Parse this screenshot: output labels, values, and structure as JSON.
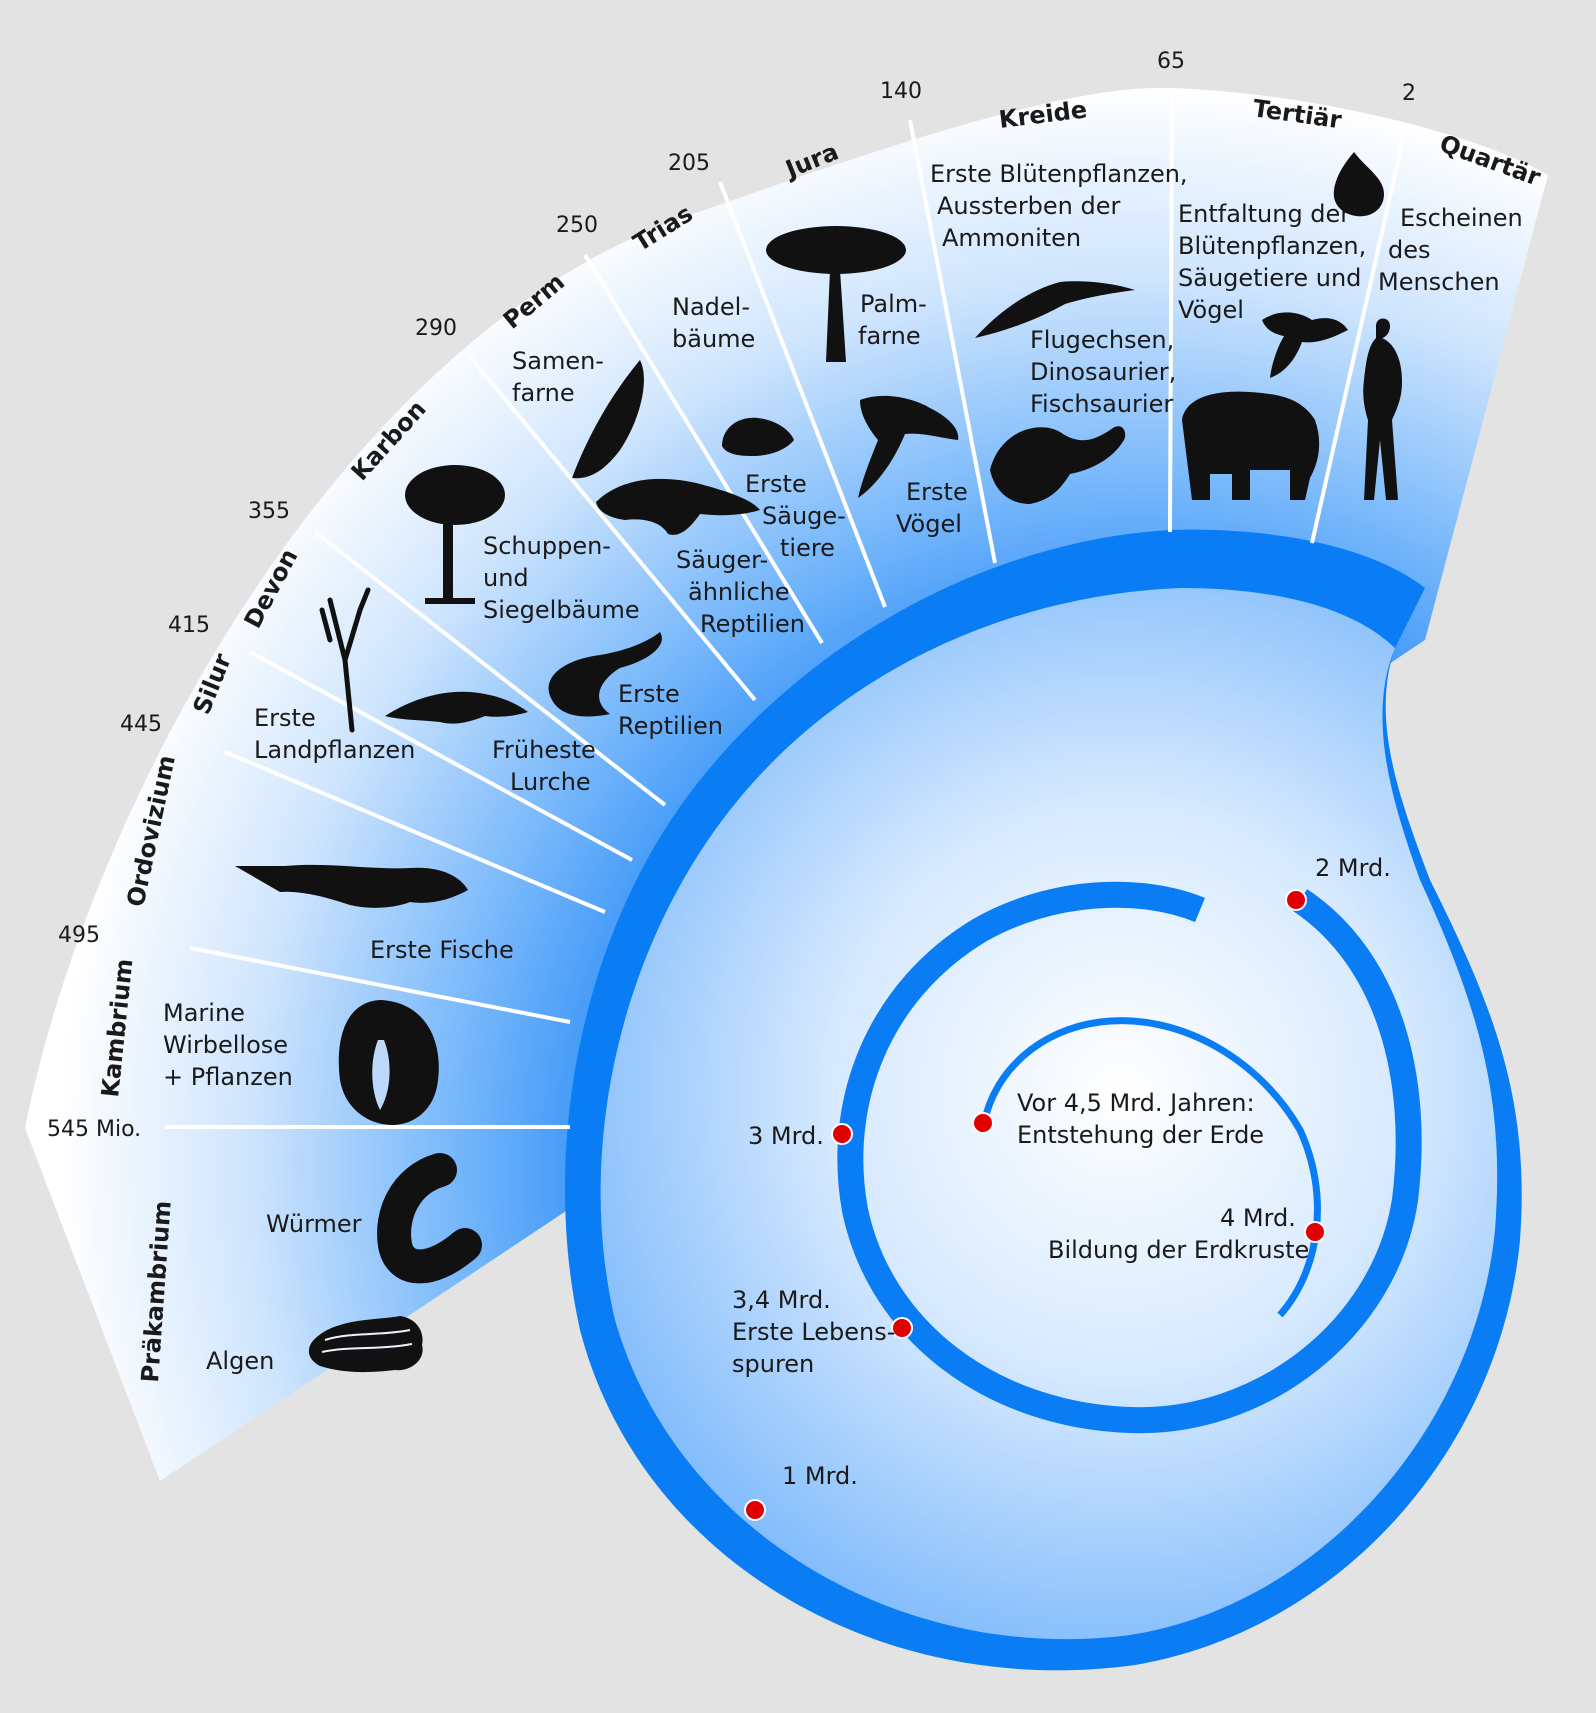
{
  "boundaries": [
    {
      "value": "545 Mio.",
      "name": "boundary-545"
    },
    {
      "value": "495",
      "name": "boundary-495"
    },
    {
      "value": "445",
      "name": "boundary-445"
    },
    {
      "value": "415",
      "name": "boundary-415"
    },
    {
      "value": "355",
      "name": "boundary-355"
    },
    {
      "value": "290",
      "name": "boundary-290"
    },
    {
      "value": "250",
      "name": "boundary-250"
    },
    {
      "value": "205",
      "name": "boundary-205"
    },
    {
      "value": "140",
      "name": "boundary-140"
    },
    {
      "value": "65",
      "name": "boundary-65"
    },
    {
      "value": "2",
      "name": "boundary-2"
    }
  ],
  "periods": [
    {
      "name": "Präkambrium",
      "events": [
        {
          "text": "Würmer"
        },
        {
          "text": "Algen"
        }
      ]
    },
    {
      "name": "Kambrium",
      "events": [
        {
          "text": "Marine"
        },
        {
          "text": "Wirbellose"
        },
        {
          "text": "+ Pflanzen"
        }
      ]
    },
    {
      "name": "Ordovizium",
      "events": [
        {
          "text": "Erste Fische"
        }
      ]
    },
    {
      "name": "Silur",
      "events": [
        {
          "text": "Erste"
        },
        {
          "text": "Landpflanzen"
        }
      ]
    },
    {
      "name": "Devon",
      "events": [
        {
          "text": "Früheste"
        },
        {
          "text": "Lurche"
        }
      ]
    },
    {
      "name": "Karbon",
      "events": [
        {
          "text": "Schuppen-"
        },
        {
          "text": "und"
        },
        {
          "text": "Siegelbäume"
        },
        {
          "text": "Erste"
        },
        {
          "text": "Reptilien"
        }
      ]
    },
    {
      "name": "Perm",
      "events": [
        {
          "text": "Samen-"
        },
        {
          "text": "farne"
        },
        {
          "text": "Säuger-"
        },
        {
          "text": "ähnliche"
        },
        {
          "text": "Reptilien"
        }
      ]
    },
    {
      "name": "Trias",
      "events": [
        {
          "text": "Nadel-"
        },
        {
          "text": "bäume"
        },
        {
          "text": "Erste"
        },
        {
          "text": "Säuge-"
        },
        {
          "text": "tiere"
        }
      ]
    },
    {
      "name": "Jura",
      "events": [
        {
          "text": "Palm-"
        },
        {
          "text": "farne"
        },
        {
          "text": "Erste"
        },
        {
          "text": "Vögel"
        }
      ]
    },
    {
      "name": "Kreide",
      "events": [
        {
          "text": "Erste Blütenpflanzen,"
        },
        {
          "text": "Aussterben der"
        },
        {
          "text": "Ammoniten"
        },
        {
          "text": "Flugechsen,"
        },
        {
          "text": "Dinosaurier,"
        },
        {
          "text": "Fischsaurier"
        }
      ]
    },
    {
      "name": "Tertiär",
      "events": [
        {
          "text": "Entfaltung der"
        },
        {
          "text": "Blütenpflanzen,"
        },
        {
          "text": "Säugetiere und"
        },
        {
          "text": "Vögel"
        }
      ]
    },
    {
      "name": "Quartär",
      "events": [
        {
          "text": "Escheinen"
        },
        {
          "text": "des"
        },
        {
          "text": "Menschen"
        }
      ]
    }
  ],
  "spiral_markers": [
    {
      "lines": [
        "Vor 4,5 Mrd. Jahren:",
        "Entstehung der Erde"
      ]
    },
    {
      "lines": [
        "4 Mrd.",
        "Bildung der Erdkruste"
      ]
    },
    {
      "lines": [
        "3,4 Mrd.",
        "Erste Lebens-",
        "spuren"
      ]
    },
    {
      "lines": [
        "3 Mrd."
      ]
    },
    {
      "lines": [
        "2 Mrd."
      ]
    },
    {
      "lines": [
        "1 Mrd."
      ]
    }
  ],
  "colors": {
    "background": "#e3e3e3",
    "spiral_band": "#0a7df5",
    "fan_inner": "#2f8ff7",
    "fan_outer": "#ffffff",
    "marker": "#e00000",
    "silhouette": "#111111"
  },
  "icons": [
    "worm-icon",
    "algae-icon",
    "trilobite-icon",
    "fish-icon",
    "early-plant-icon",
    "amphibian-icon",
    "lepidodendron-tree-icon",
    "reptile-icon",
    "seed-fern-icon",
    "synapsid-icon",
    "conifer-icon",
    "early-mammal-icon",
    "cycad-palm-icon",
    "archaeopteryx-icon",
    "pterosaur-icon",
    "sauropod-icon",
    "flower-icon",
    "bird-icon",
    "elephant-icon",
    "human-icon"
  ]
}
